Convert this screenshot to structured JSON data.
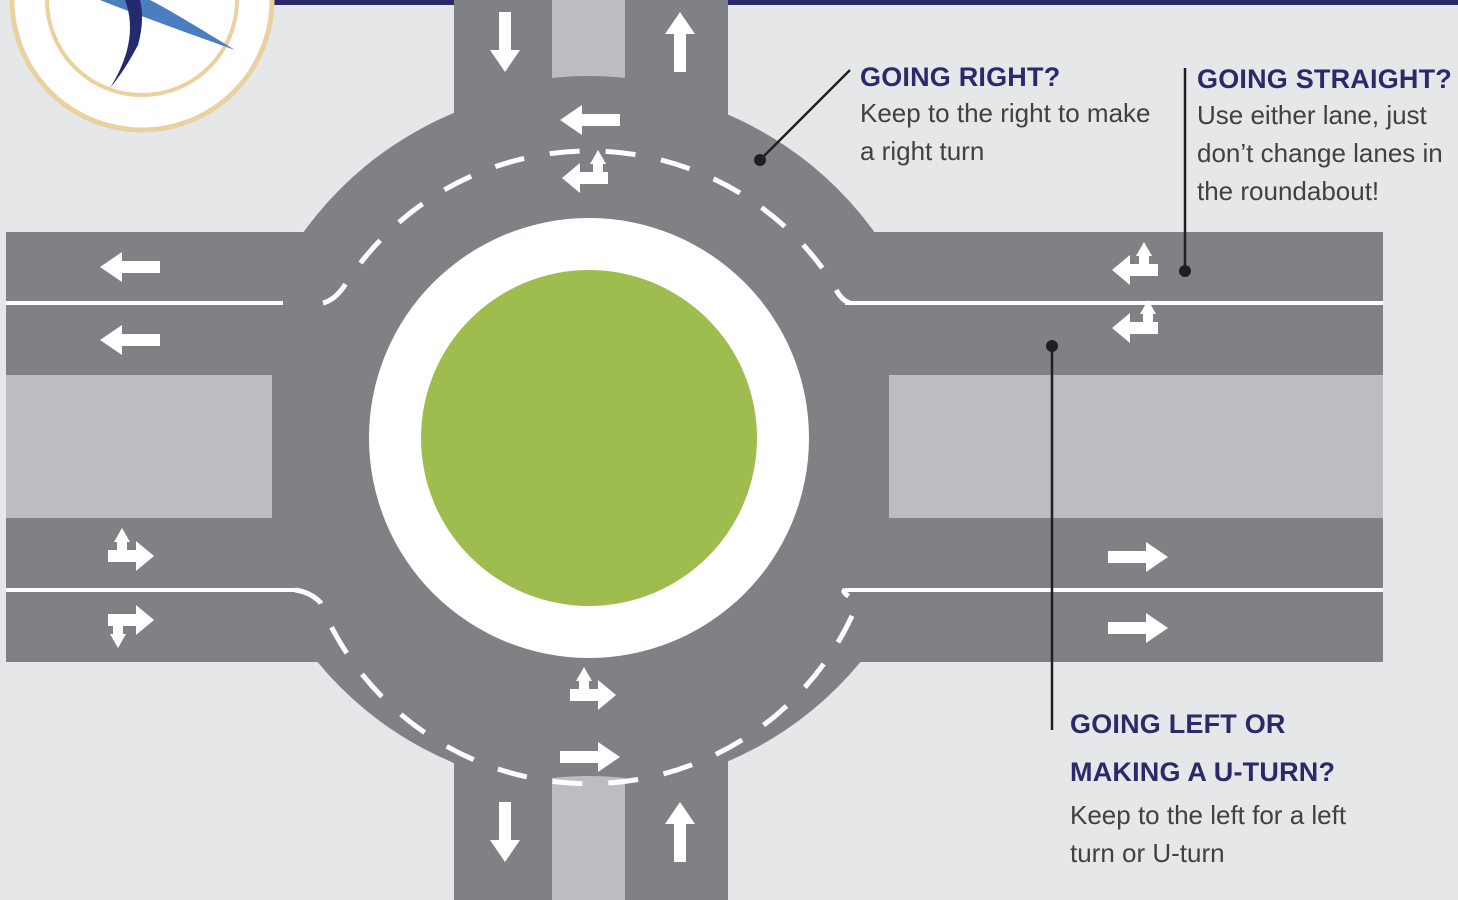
{
  "colors": {
    "background": "#e6e7e8",
    "road": "#808184",
    "median": "#bbbdc0",
    "island": "#9fbc4f",
    "apron": "#ffffff",
    "marking": "#ffffff",
    "heading_text": "#2a2a6a",
    "body_text": "#414042",
    "top_bar": "#2a2a6a",
    "logo_ring": "#ead2a0",
    "logo_blue": "#4a7ec0",
    "logo_navy": "#232a6e",
    "leader_line": "#231f20"
  },
  "callouts": {
    "right": {
      "heading": "GOING RIGHT?",
      "body": "Keep to the right to make a right turn"
    },
    "straight": {
      "heading": "GOING STRAIGHT?",
      "body": "Use either lane, just don’t change lanes in the roundabout!"
    },
    "left": {
      "heading": "GOING LEFT OR MAKING A U-TURN?",
      "body": "Keep to the left for a left turn or U-turn"
    }
  },
  "icons": {
    "lane_arrow": "arrow-icon",
    "lane_turn": "left-uturn-arrow-icon",
    "lane_straight_left": "straight-left-arrow-icon",
    "logo": "logo-emblem"
  }
}
